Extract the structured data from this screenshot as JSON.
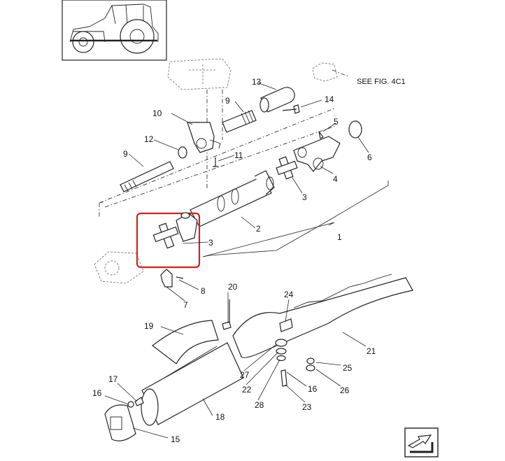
{
  "reference_text": "SEE FIG. 4C1",
  "callouts": [
    "1",
    "2",
    "3",
    "3",
    "4",
    "5",
    "6",
    "7",
    "8",
    "9",
    "9",
    "10",
    "11",
    "12",
    "13",
    "14",
    "15",
    "16",
    "16",
    "17",
    "18",
    "19",
    "20",
    "21",
    "22",
    "23",
    "24",
    "25",
    "26",
    "27",
    "28"
  ],
  "highlight_color": "#d42020",
  "icons": {
    "thumbnail": "tractor-icon",
    "navigation": "next-page-arrow-icon"
  }
}
